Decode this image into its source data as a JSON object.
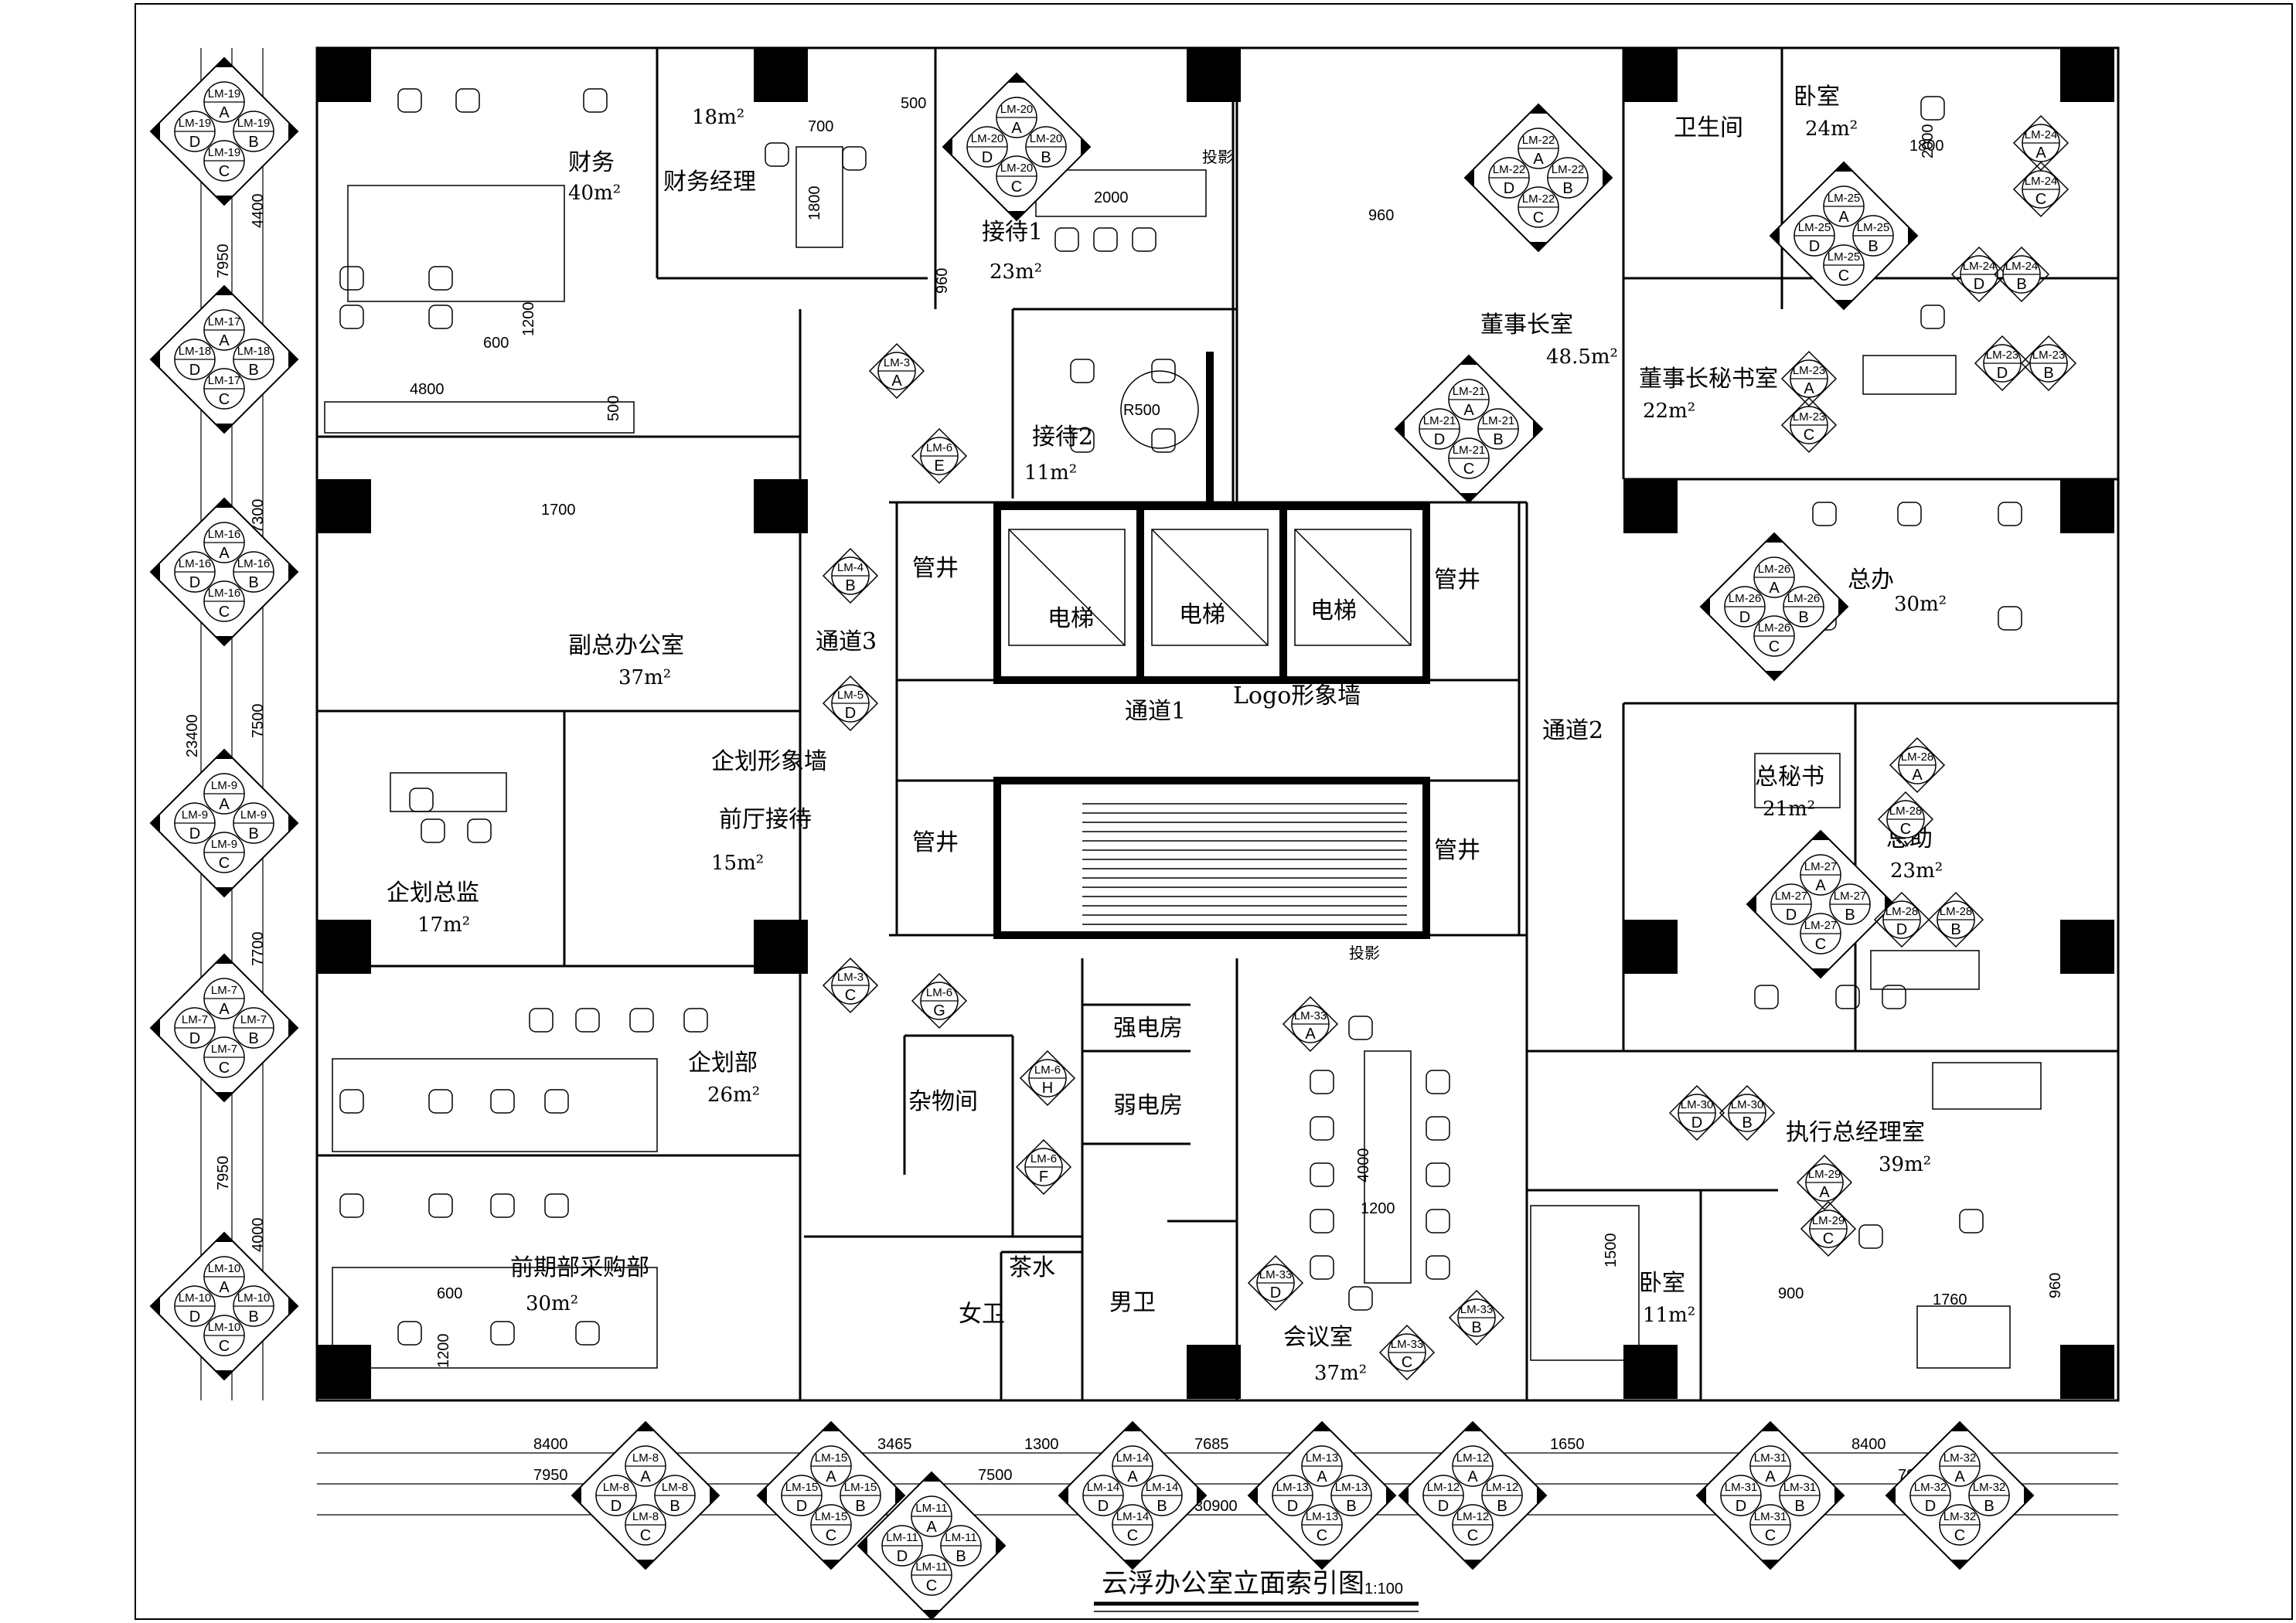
{
  "title": "云浮办公室立面索引图",
  "scale": "1:100",
  "rooms": [
    {
      "id": "finance",
      "name": "财务",
      "area": "40m²"
    },
    {
      "id": "finance-manager",
      "name": "财务经理",
      "area": "18m²"
    },
    {
      "id": "reception1",
      "name": "接待1",
      "area": "23m²"
    },
    {
      "id": "reception2",
      "name": "接待2",
      "area": "11m²"
    },
    {
      "id": "chairman",
      "name": "董事长室",
      "area": "48.5m²"
    },
    {
      "id": "bathroom",
      "name": "卫生间",
      "area": ""
    },
    {
      "id": "bedroom1",
      "name": "卧室",
      "area": "24m²"
    },
    {
      "id": "chairman-secretary",
      "name": "董事长秘书室",
      "area": "22m²"
    },
    {
      "id": "vice-gm",
      "name": "副总办公室",
      "area": "37m²"
    },
    {
      "id": "general-office",
      "name": "总办",
      "area": "30m²"
    },
    {
      "id": "planning-director",
      "name": "企划总监",
      "area": "17m²"
    },
    {
      "id": "front-reception",
      "name": "前厅接待",
      "area": "15m²"
    },
    {
      "id": "general-secretary",
      "name": "总秘书",
      "area": "21m²"
    },
    {
      "id": "general-assistant",
      "name": "总助",
      "area": "23m²"
    },
    {
      "id": "planning-dept",
      "name": "企划部",
      "area": "26m²"
    },
    {
      "id": "purchasing",
      "name": "前期部采购部",
      "area": "30m²"
    },
    {
      "id": "storage",
      "name": "杂物间",
      "area": ""
    },
    {
      "id": "power-room",
      "name": "强电房",
      "area": ""
    },
    {
      "id": "weak-power-room",
      "name": "弱电房",
      "area": ""
    },
    {
      "id": "tea",
      "name": "茶水",
      "area": ""
    },
    {
      "id": "female-wc",
      "name": "女卫",
      "area": ""
    },
    {
      "id": "male-wc",
      "name": "男卫",
      "area": ""
    },
    {
      "id": "meeting",
      "name": "会议室",
      "area": "37m²"
    },
    {
      "id": "executive-gm",
      "name": "执行总经理室",
      "area": "39m²"
    },
    {
      "id": "bedroom2",
      "name": "卧室",
      "area": "11m²"
    }
  ],
  "circulation": [
    {
      "id": "passage1",
      "name": "通道1"
    },
    {
      "id": "passage2",
      "name": "通道2"
    },
    {
      "id": "passage3",
      "name": "通道3"
    },
    {
      "id": "logo-wall",
      "name": "Logo形象墙"
    },
    {
      "id": "planning-wall",
      "name": "企划形象墙"
    }
  ],
  "cores": {
    "elevator": "电梯",
    "shaft": "管井",
    "projection": "投影"
  },
  "dimensions": {
    "top_row": [
      "8400",
      "3465",
      "1300",
      "7685",
      "1650",
      "8400"
    ],
    "second_row": [
      "7950",
      "7500",
      "7500",
      "7950"
    ],
    "total": "30900",
    "left_col": [
      "4400",
      "7950",
      "7300",
      "23400",
      "7500",
      "7700",
      "7950",
      "4000"
    ],
    "furniture": [
      "700",
      "500",
      "1800",
      "2000",
      "960",
      "1700",
      "1200",
      "600",
      "4800",
      "500",
      "1700",
      "960",
      "R500",
      "2000",
      "1800",
      "4000",
      "1200",
      "1500",
      "900",
      "1760",
      "960",
      "600",
      "1200"
    ]
  },
  "full_markers": [
    {
      "id": "LM-19",
      "a": "LM-19",
      "b": "LM-19",
      "c": "LM-19",
      "d": "LM-19"
    },
    {
      "id": "LM-17",
      "a": "LM-17",
      "b": "LM-18",
      "c": "LM-17",
      "d": "LM-18"
    },
    {
      "id": "LM-16",
      "a": "LM-16",
      "b": "LM-16",
      "c": "LM-16",
      "d": "LM-16"
    },
    {
      "id": "LM-9",
      "a": "LM-9",
      "b": "LM-9",
      "c": "LM-9",
      "d": "LM-9"
    },
    {
      "id": "LM-7",
      "a": "LM-7",
      "b": "LM-7",
      "c": "LM-7",
      "d": "LM-7"
    },
    {
      "id": "LM-10",
      "a": "LM-10",
      "b": "LM-10",
      "c": "LM-10",
      "d": "LM-10"
    },
    {
      "id": "LM-20",
      "a": "LM-20",
      "b": "LM-20",
      "c": "LM-20",
      "d": "LM-20"
    },
    {
      "id": "LM-22",
      "a": "LM-22",
      "b": "LM-22",
      "c": "LM-22",
      "d": "LM-22"
    },
    {
      "id": "LM-21",
      "a": "LM-21",
      "b": "LM-21",
      "c": "LM-21",
      "d": "LM-21"
    },
    {
      "id": "LM-25",
      "a": "LM-25",
      "b": "LM-25",
      "c": "LM-25",
      "d": "LM-25"
    },
    {
      "id": "LM-26",
      "a": "LM-26",
      "b": "LM-26",
      "c": "LM-26",
      "d": "LM-26"
    },
    {
      "id": "LM-27",
      "a": "LM-27",
      "b": "LM-27",
      "c": "LM-27",
      "d": "LM-27"
    },
    {
      "id": "LM-8",
      "a": "LM-8",
      "b": "LM-8",
      "c": "LM-8",
      "d": "LM-8"
    },
    {
      "id": "LM-15",
      "a": "LM-15",
      "b": "LM-15",
      "c": "LM-15",
      "d": "LM-15"
    },
    {
      "id": "LM-11",
      "a": "LM-11",
      "b": "LM-11",
      "c": "LM-11",
      "d": "LM-11"
    },
    {
      "id": "LM-14",
      "a": "LM-14",
      "b": "LM-14",
      "c": "LM-14",
      "d": "LM-14"
    },
    {
      "id": "LM-13",
      "a": "LM-13",
      "b": "LM-13",
      "c": "LM-13",
      "d": "LM-13"
    },
    {
      "id": "LM-12",
      "a": "LM-12",
      "b": "LM-12",
      "c": "LM-12",
      "d": "LM-12"
    },
    {
      "id": "LM-31",
      "a": "LM-31",
      "b": "LM-31",
      "c": "LM-31",
      "d": "LM-31"
    },
    {
      "id": "LM-32",
      "a": "LM-32",
      "b": "LM-32",
      "c": "LM-32",
      "d": "LM-32"
    }
  ],
  "single_markers": [
    {
      "id": "LM-3",
      "letter": "A"
    },
    {
      "id": "LM-6",
      "letter": "E"
    },
    {
      "id": "LM-4",
      "letter": "B"
    },
    {
      "id": "LM-5",
      "letter": "D"
    },
    {
      "id": "LM-3",
      "letter": "C"
    },
    {
      "id": "LM-6",
      "letter": "G"
    },
    {
      "id": "LM-6",
      "letter": "H"
    },
    {
      "id": "LM-6",
      "letter": "F"
    },
    {
      "id": "LM-33",
      "letter": "A"
    },
    {
      "id": "LM-33",
      "letter": "D"
    },
    {
      "id": "LM-33",
      "letter": "C"
    },
    {
      "id": "LM-33",
      "letter": "B"
    },
    {
      "id": "LM-24",
      "letter": "A"
    },
    {
      "id": "LM-24",
      "letter": "C"
    },
    {
      "id": "LM-24",
      "letter": "D"
    },
    {
      "id": "LM-24",
      "letter": "B"
    },
    {
      "id": "LM-23",
      "letter": "A"
    },
    {
      "id": "LM-23",
      "letter": "C"
    },
    {
      "id": "LM-23",
      "letter": "D"
    },
    {
      "id": "LM-23",
      "letter": "B"
    },
    {
      "id": "LM-28",
      "letter": "A"
    },
    {
      "id": "LM-28",
      "letter": "C"
    },
    {
      "id": "LM-28",
      "letter": "D"
    },
    {
      "id": "LM-28",
      "letter": "B"
    },
    {
      "id": "LM-30",
      "letter": "D"
    },
    {
      "id": "LM-30",
      "letter": "B"
    },
    {
      "id": "LM-29",
      "letter": "A"
    },
    {
      "id": "LM-29",
      "letter": "C"
    }
  ]
}
